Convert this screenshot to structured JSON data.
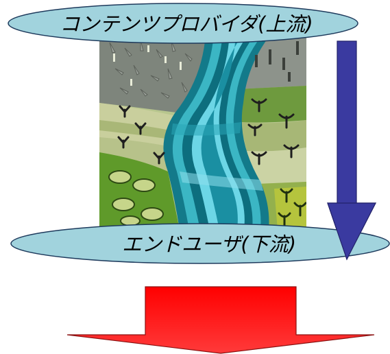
{
  "labels": {
    "upstream": "コンテンツプロバイダ(上流)",
    "downstream": "エンドユーザ(下流)"
  },
  "colors": {
    "ellipse_fill": "#9fd3dc",
    "ellipse_stroke": "#1a3a5a",
    "down_arrow": "#3c3ca0",
    "big_arrow": "#ff1a1a",
    "river_light": "#5fd0e0",
    "river_dark": "#137a8a",
    "land_green": "#6a9a38",
    "rock_gray": "#8a8f88"
  },
  "icons": {
    "picture": "river-landscape-clipart",
    "small_arrow": "down-arrow",
    "large_arrow": "down-block-arrow"
  }
}
